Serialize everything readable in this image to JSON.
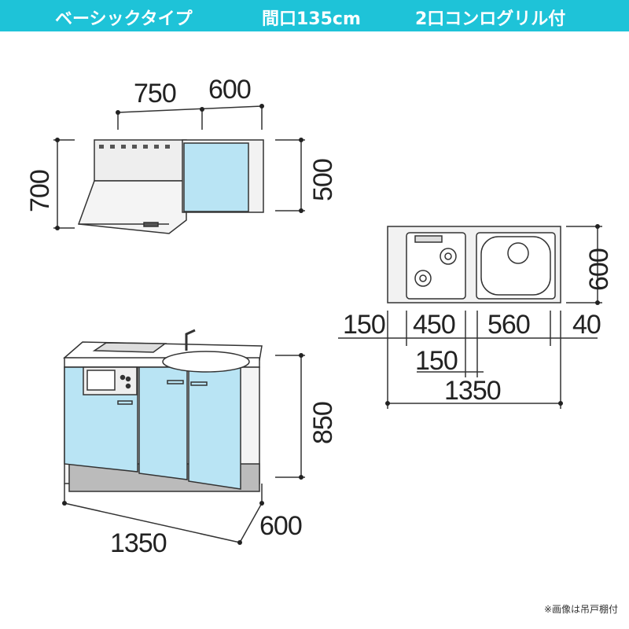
{
  "header": {
    "type": "ベーシックタイプ",
    "width": "間口135cm",
    "stove": "2口コンログリル付"
  },
  "colors": {
    "header": "#1ec3d8",
    "panel": "#b9e4f4"
  },
  "wall_unit": {
    "dim_hood": "750",
    "dim_cabinet": "600",
    "dim_hood_height": "700",
    "dim_cabinet_height": "500"
  },
  "top_view": {
    "depth": "600",
    "d1": "150",
    "d2": "450",
    "d3": "560",
    "d4": "40",
    "d5": "150",
    "total": "1350"
  },
  "base_unit": {
    "height": "850",
    "width": "1350",
    "depth": "600"
  },
  "note": "※画像は吊戸棚付"
}
